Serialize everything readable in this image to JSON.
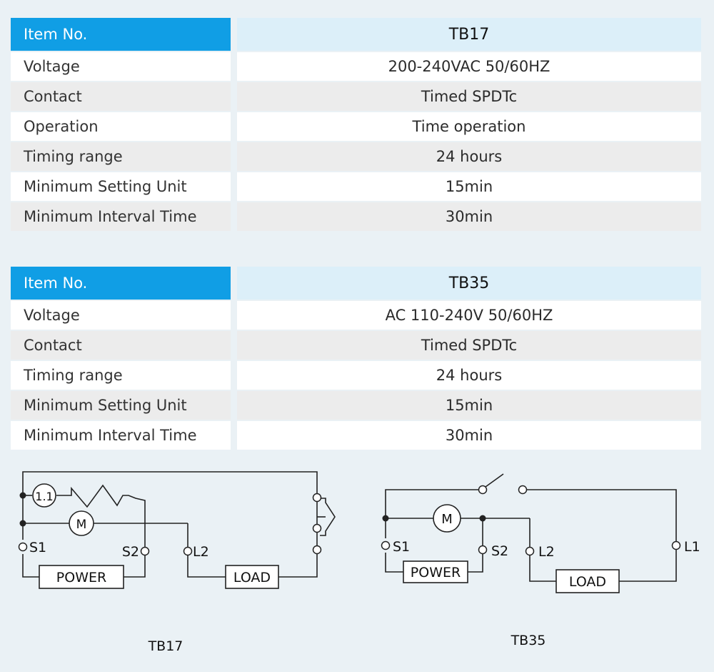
{
  "tables": [
    {
      "header": {
        "label": "Item No.",
        "value": "TB17"
      },
      "rows": [
        {
          "label": "Voltage",
          "value": "200-240VAC 50/60HZ"
        },
        {
          "label": "Contact",
          "value": "Timed SPDTc"
        },
        {
          "label": "Operation",
          "value": "Time operation"
        },
        {
          "label": "Timing range",
          "value": "24 hours"
        },
        {
          "label": "Minimum Setting Unit",
          "value": "15min"
        },
        {
          "label": "Minimum Interval Time",
          "value": "30min"
        }
      ]
    },
    {
      "header": {
        "label": "Item No.",
        "value": "TB35"
      },
      "rows": [
        {
          "label": "Voltage",
          "value": "AC 110-240V 50/60HZ"
        },
        {
          "label": "Contact",
          "value": "Timed SPDTc"
        },
        {
          "label": "Timing range",
          "value": "24 hours"
        },
        {
          "label": "Minimum Setting Unit",
          "value": "15min"
        },
        {
          "label": "Minimum Interval Time",
          "value": "30min"
        }
      ]
    }
  ],
  "diagrams": {
    "tb17": {
      "caption": "TB17",
      "fuse_label": "1.1",
      "motor_label": "M",
      "terminals": {
        "s1": "S1",
        "s2": "S2",
        "l2": "L2"
      },
      "power_label": "POWER",
      "load_label": "LOAD"
    },
    "tb35": {
      "caption": "TB35",
      "motor_label": "M",
      "terminals": {
        "s1": "S1",
        "s2": "S2",
        "l2": "L2",
        "l1": "L1"
      },
      "power_label": "POWER",
      "load_label": "LOAD"
    }
  },
  "colors": {
    "header_blue": "#109ee5",
    "header_light": "#dceff9",
    "row_white": "#ffffff",
    "row_grey": "#ececec",
    "background": "#eaf1f5"
  }
}
